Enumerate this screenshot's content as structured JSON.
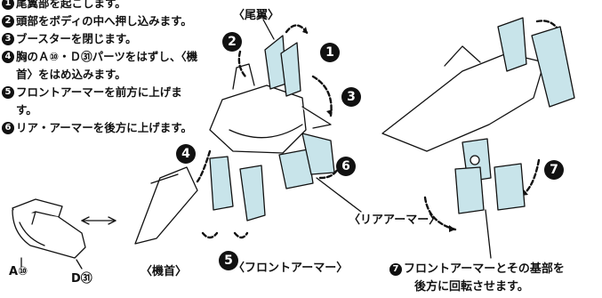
{
  "steps": [
    {
      "num": "1",
      "text": "尾翼部を起こします。"
    },
    {
      "num": "2",
      "text": "頭部をボディの中へ押し込みます。"
    },
    {
      "num": "3",
      "text": "ブースターを閉じます。"
    },
    {
      "num": "4",
      "text": "胸のＡ⑩・Ｄ㉛パーツをはずし、〈機首〉をはめ込みます。"
    },
    {
      "num": "5",
      "text": "フロントアーマーを前方に上げます。"
    },
    {
      "num": "6",
      "text": "リア・アーマーを後方に上げます。"
    }
  ],
  "labels": {
    "tail": "〈尾翼〉",
    "nose": "〈機首〉",
    "rear_armor": "〈リアアーマー〉",
    "front_armor": "〈フロントアーマー〉",
    "part_a": "A⑩",
    "part_d": "D㉛"
  },
  "markers": {
    "m1": "1",
    "m2": "2",
    "m3": "3",
    "m4": "4",
    "m5": "5",
    "m6": "6",
    "m7": "7"
  },
  "caption": {
    "num": "7",
    "line1": "フロントアーマーとその基部を",
    "line2": "後方に回転させます。"
  }
}
